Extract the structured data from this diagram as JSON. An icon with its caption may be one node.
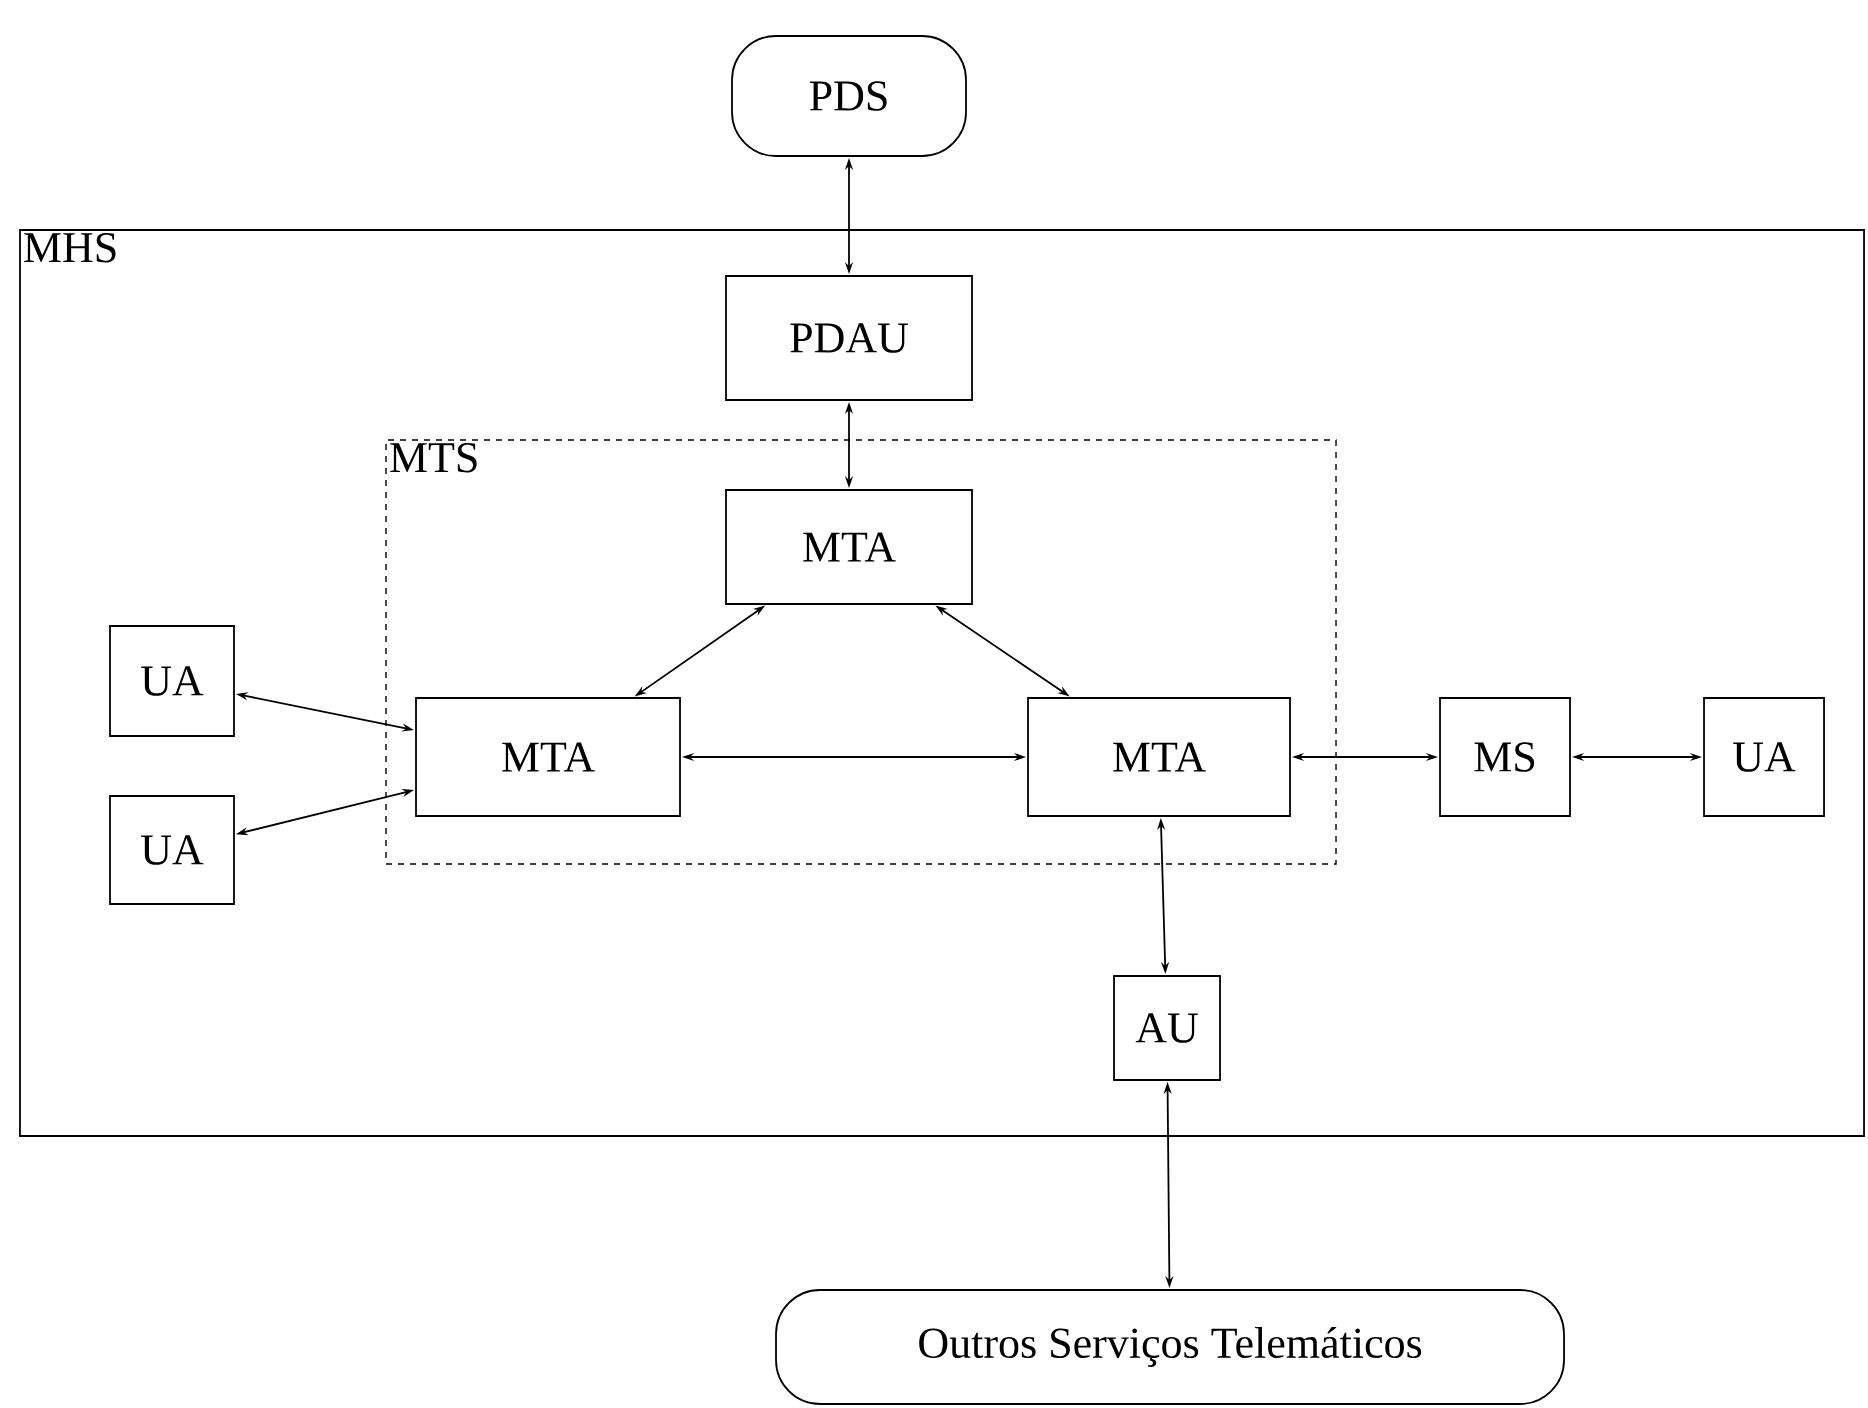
{
  "diagram": {
    "nodes": [
      {
        "text": [
          "PDS"
        ]
      },
      {
        "text": [
          "MHS"
        ]
      },
      {
        "text": [
          "PDAU"
        ],
        "in": 1
      },
      {
        "text": [
          "MTS"
        ],
        "in": 1
      },
      {
        "text": [
          "MTA"
        ],
        "in": 3
      },
      {
        "text": [
          "UA"
        ],
        "in": 1
      },
      {
        "text": [
          "MTA"
        ],
        "in": 3
      },
      {
        "text": [
          "MTA"
        ],
        "in": 3
      },
      {
        "text": [
          "MS"
        ],
        "in": 1
      },
      {
        "text": [
          "UA"
        ],
        "in": 1
      },
      {
        "text": [
          "UA"
        ],
        "in": 1
      },
      {
        "text": [
          "AU"
        ],
        "in": 1
      },
      {
        "text": [
          "Outros Serviços Telemáticos"
        ]
      }
    ],
    "edges": [
      {
        "from": 0,
        "to": 2,
        "arrow": "both"
      },
      {
        "from": 2,
        "to": 4,
        "arrow": "both"
      },
      {
        "from": 4,
        "to": 6,
        "arrow": "both"
      },
      {
        "from": 4,
        "to": 7,
        "arrow": "both"
      },
      {
        "from": 6,
        "to": 7,
        "arrow": "both"
      },
      {
        "from": 5,
        "to": 6,
        "arrow": "both"
      },
      {
        "from": 10,
        "to": 6,
        "arrow": "both"
      },
      {
        "from": 7,
        "to": 8,
        "arrow": "both"
      },
      {
        "from": 8,
        "to": 9,
        "arrow": "both"
      },
      {
        "from": 7,
        "to": 11,
        "arrow": "both"
      },
      {
        "from": 11,
        "to": 12,
        "arrow": "both"
      }
    ]
  }
}
